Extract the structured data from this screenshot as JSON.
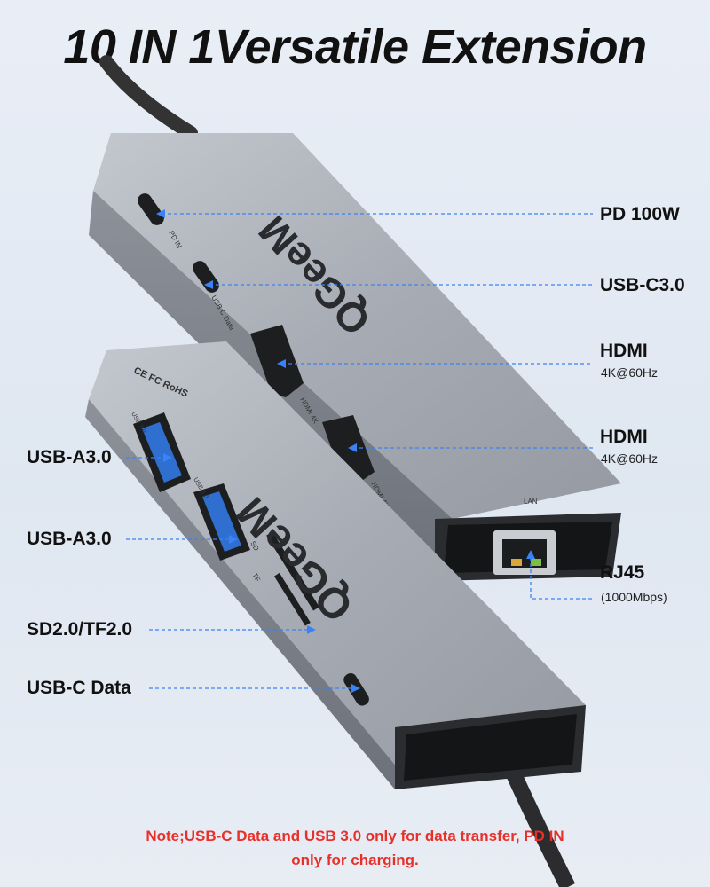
{
  "title": "10 IN 1Versatile Extension",
  "brand": "QGeeM",
  "ports": [
    {
      "label": "PD 100W",
      "sub": ""
    },
    {
      "label": "USB-C3.0",
      "sub": ""
    },
    {
      "label": "HDMI",
      "sub": "4K@60Hz"
    },
    {
      "label": "HDMI",
      "sub": "4K@60Hz"
    },
    {
      "label": "RJ45",
      "sub": "(1000Mbps)"
    },
    {
      "label": "USB-A3.0",
      "sub": ""
    },
    {
      "label": "USB-A3.0",
      "sub": ""
    },
    {
      "label": "SD2.0/TF2.0",
      "sub": ""
    },
    {
      "label": "USB-C Data",
      "sub": ""
    }
  ],
  "device_markings": {
    "pd_in": "PD IN",
    "usb_c_data": "USB C Data",
    "hdmi_4k": "HDMI 4K",
    "usb_3": "USB 3.0",
    "sd": "SD",
    "tf": "TF",
    "lan": "LAN",
    "certs": "CE FC RoHS"
  },
  "note_line1": "Note;USB-C Data and USB 3.0 only for data transfer, PD IN",
  "note_line2": "only for charging.",
  "colors": {
    "accent_line": "#3b82f6",
    "note": "#e8302a",
    "body": "#a9adb5",
    "edge": "#7d8189"
  }
}
